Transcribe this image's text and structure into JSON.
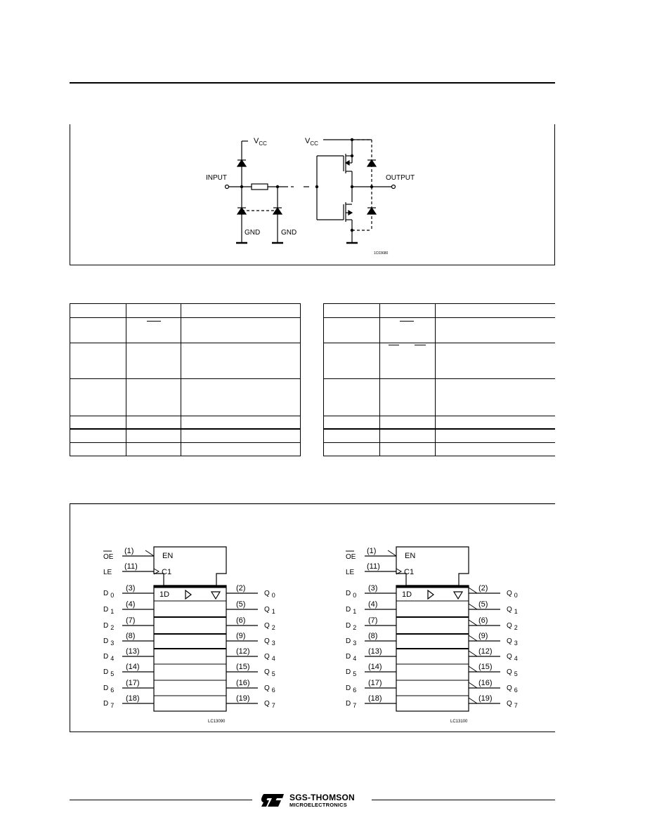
{
  "circuit": {
    "vcc_left": {
      "main": "V",
      "sub": "CC"
    },
    "vcc_right": {
      "main": "V",
      "sub": "CC"
    },
    "input_label": "INPUT",
    "output_label": "OUTPUT",
    "gnd_left": "GND",
    "gnd_right": "GND",
    "code": "1C03680"
  },
  "logic": {
    "left": {
      "oe_label": "OE",
      "le_label": "LE",
      "oe_pin": "(1)",
      "le_pin": "(11)",
      "en_label": "EN",
      "c1_label": "C1",
      "d_label": "1D",
      "d_inputs": [
        {
          "name": "D",
          "sub": "0",
          "pin": "(3)"
        },
        {
          "name": "D",
          "sub": "1",
          "pin": "(4)"
        },
        {
          "name": "D",
          "sub": "2",
          "pin": "(7)"
        },
        {
          "name": "D",
          "sub": "3",
          "pin": "(8)"
        },
        {
          "name": "D",
          "sub": "4",
          "pin": "(13)"
        },
        {
          "name": "D",
          "sub": "5",
          "pin": "(14)"
        },
        {
          "name": "D",
          "sub": "6",
          "pin": "(17)"
        },
        {
          "name": "D",
          "sub": "7",
          "pin": "(18)"
        }
      ],
      "q_outputs": [
        {
          "name": "Q",
          "sub": "0",
          "pin": "(2)"
        },
        {
          "name": "Q",
          "sub": "1",
          "pin": "(5)"
        },
        {
          "name": "Q",
          "sub": "2",
          "pin": "(6)"
        },
        {
          "name": "Q",
          "sub": "3",
          "pin": "(9)"
        },
        {
          "name": "Q",
          "sub": "4",
          "pin": "(12)"
        },
        {
          "name": "Q",
          "sub": "5",
          "pin": "(15)"
        },
        {
          "name": "Q",
          "sub": "6",
          "pin": "(16)"
        },
        {
          "name": "Q",
          "sub": "7",
          "pin": "(19)"
        }
      ],
      "code": "LC13090"
    },
    "right": {
      "oe_label": "OE",
      "le_label": "LE",
      "oe_pin": "(1)",
      "le_pin": "(11)",
      "en_label": "EN",
      "c1_label": "C1",
      "d_label": "1D",
      "d_inputs": [
        {
          "name": "D",
          "sub": "0",
          "pin": "(3)"
        },
        {
          "name": "D",
          "sub": "1",
          "pin": "(4)"
        },
        {
          "name": "D",
          "sub": "2",
          "pin": "(7)"
        },
        {
          "name": "D",
          "sub": "3",
          "pin": "(8)"
        },
        {
          "name": "D",
          "sub": "4",
          "pin": "(13)"
        },
        {
          "name": "D",
          "sub": "5",
          "pin": "(14)"
        },
        {
          "name": "D",
          "sub": "6",
          "pin": "(17)"
        },
        {
          "name": "D",
          "sub": "7",
          "pin": "(18)"
        }
      ],
      "q_outputs": [
        {
          "name": "Q",
          "sub": "0",
          "pin": "(2)"
        },
        {
          "name": "Q",
          "sub": "1",
          "pin": "(5)"
        },
        {
          "name": "Q",
          "sub": "2",
          "pin": "(6)"
        },
        {
          "name": "Q",
          "sub": "3",
          "pin": "(9)"
        },
        {
          "name": "Q",
          "sub": "4",
          "pin": "(12)"
        },
        {
          "name": "Q",
          "sub": "5",
          "pin": "(15)"
        },
        {
          "name": "Q",
          "sub": "6",
          "pin": "(16)"
        },
        {
          "name": "Q",
          "sub": "7",
          "pin": "(19)"
        }
      ],
      "code": "LC13100"
    }
  },
  "footer": {
    "brand_top": "SGS-THOMSON",
    "brand_bottom": "MICROELECTRONICS"
  }
}
